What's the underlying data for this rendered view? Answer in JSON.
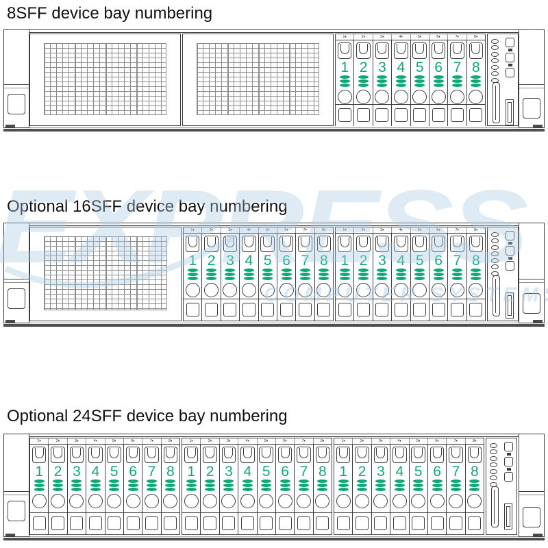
{
  "colors": {
    "bay_number_green": "#0EA878",
    "outline": "#3D3D3D",
    "vent_gray": "#8C8C8C",
    "watermark_blue": "#A9CBE6"
  },
  "watermark": {
    "text": "EXPRESS",
    "subtext": "COMPUTER SYSTEMS"
  },
  "bay_numbers": [
    "1",
    "2",
    "3",
    "4",
    "5",
    "6",
    "7",
    "8"
  ],
  "bay_tags": [
    "1▾",
    "2▾",
    "3▾",
    "4▾",
    "5▾",
    "6▾",
    "7▾",
    "8▾"
  ],
  "servers": [
    {
      "id": "8sff",
      "title": "8SFF device bay numbering",
      "modules": [
        "vent",
        "vent",
        "bays",
        "panel"
      ]
    },
    {
      "id": "16sff",
      "title": "Optional 16SFF device bay numbering",
      "modules": [
        "vent",
        "bays",
        "bays",
        "panel"
      ]
    },
    {
      "id": "24sff",
      "title": "Optional 24SFF device bay numbering",
      "modules": [
        "bays",
        "bays",
        "bays",
        "panel"
      ]
    }
  ],
  "front_panel": {
    "led_count": 7,
    "button_count": 3
  }
}
